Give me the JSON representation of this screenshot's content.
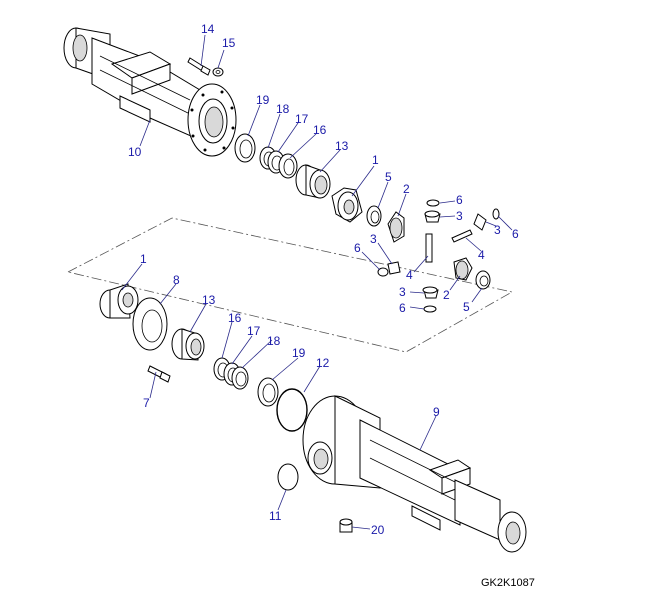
{
  "diagram": {
    "code": "GK2K1087",
    "callouts": [
      {
        "id": "c14",
        "label": "14"
      },
      {
        "id": "c15",
        "label": "15"
      },
      {
        "id": "c10",
        "label": "10"
      },
      {
        "id": "c19a",
        "label": "19"
      },
      {
        "id": "c18a",
        "label": "18"
      },
      {
        "id": "c17a",
        "label": "17"
      },
      {
        "id": "c16a",
        "label": "16"
      },
      {
        "id": "c13a",
        "label": "13"
      },
      {
        "id": "c1a",
        "label": "1"
      },
      {
        "id": "c5a",
        "label": "5"
      },
      {
        "id": "c2a",
        "label": "2"
      },
      {
        "id": "c6a",
        "label": "6"
      },
      {
        "id": "c3a",
        "label": "3"
      },
      {
        "id": "c6b",
        "label": "6"
      },
      {
        "id": "c3b",
        "label": "3"
      },
      {
        "id": "c3c",
        "label": "3"
      },
      {
        "id": "c4a",
        "label": "4"
      },
      {
        "id": "c6c",
        "label": "6"
      },
      {
        "id": "c4b",
        "label": "4"
      },
      {
        "id": "c2b",
        "label": "2"
      },
      {
        "id": "c3d",
        "label": "3"
      },
      {
        "id": "c5b",
        "label": "5"
      },
      {
        "id": "c6d",
        "label": "6"
      },
      {
        "id": "c1b",
        "label": "1"
      },
      {
        "id": "c8",
        "label": "8"
      },
      {
        "id": "c13b",
        "label": "13"
      },
      {
        "id": "c16b",
        "label": "16"
      },
      {
        "id": "c17b",
        "label": "17"
      },
      {
        "id": "c18b",
        "label": "18"
      },
      {
        "id": "c19b",
        "label": "19"
      },
      {
        "id": "c12",
        "label": "12"
      },
      {
        "id": "c7",
        "label": "7"
      },
      {
        "id": "c9",
        "label": "9"
      },
      {
        "id": "c11",
        "label": "11"
      },
      {
        "id": "c20",
        "label": "20"
      }
    ]
  }
}
